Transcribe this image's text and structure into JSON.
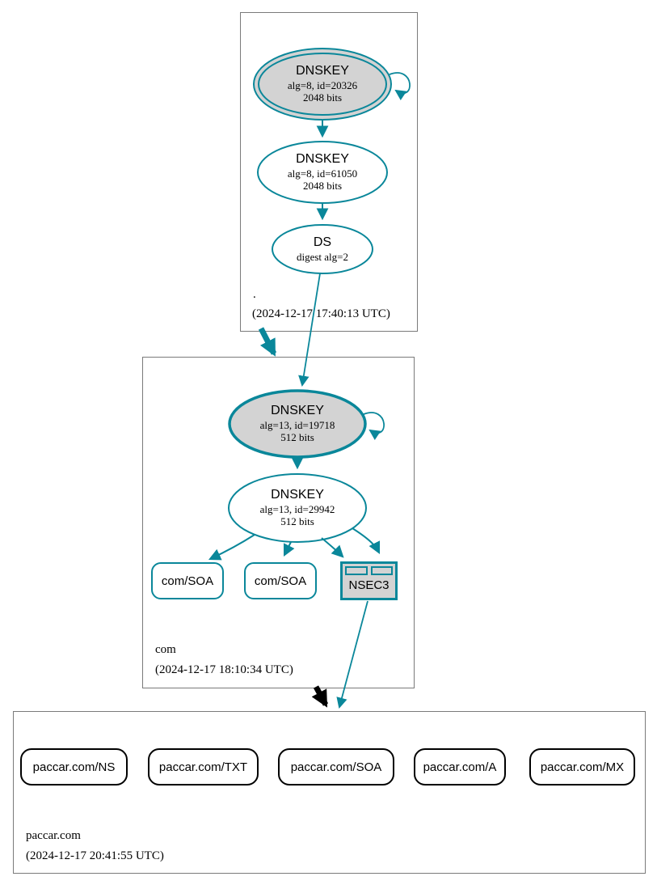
{
  "colors": {
    "secure_edge": "#0a879a",
    "insecure_edge": "#000000",
    "ksk_fill": "#d3d3d3",
    "node_fill": "#ffffff",
    "zone_border": "#7a7a7a"
  },
  "zones": [
    {
      "name": ".",
      "timestamp": "(2024-12-17 17:40:13 UTC)",
      "nodes": {
        "ksk": {
          "label": "DNSKEY",
          "detail": "alg=8, id=20326",
          "bits": "2048 bits"
        },
        "zsk": {
          "label": "DNSKEY",
          "detail": "alg=8, id=61050",
          "bits": "2048 bits"
        },
        "ds": {
          "label": "DS",
          "detail": "digest alg=2"
        }
      }
    },
    {
      "name": "com",
      "timestamp": "(2024-12-17 18:10:34 UTC)",
      "nodes": {
        "ksk": {
          "label": "DNSKEY",
          "detail": "alg=13, id=19718",
          "bits": "512 bits"
        },
        "zsk": {
          "label": "DNSKEY",
          "detail": "alg=13, id=29942",
          "bits": "512 bits"
        },
        "rrsets": [
          {
            "label": "com/SOA"
          },
          {
            "label": "com/SOA"
          }
        ],
        "nsec3": {
          "label": "NSEC3"
        }
      }
    },
    {
      "name": "paccar.com",
      "timestamp": "(2024-12-17 20:41:55 UTC)",
      "rrsets": [
        {
          "label": "paccar.com/NS"
        },
        {
          "label": "paccar.com/TXT"
        },
        {
          "label": "paccar.com/SOA"
        },
        {
          "label": "paccar.com/A"
        },
        {
          "label": "paccar.com/MX"
        }
      ]
    }
  ]
}
